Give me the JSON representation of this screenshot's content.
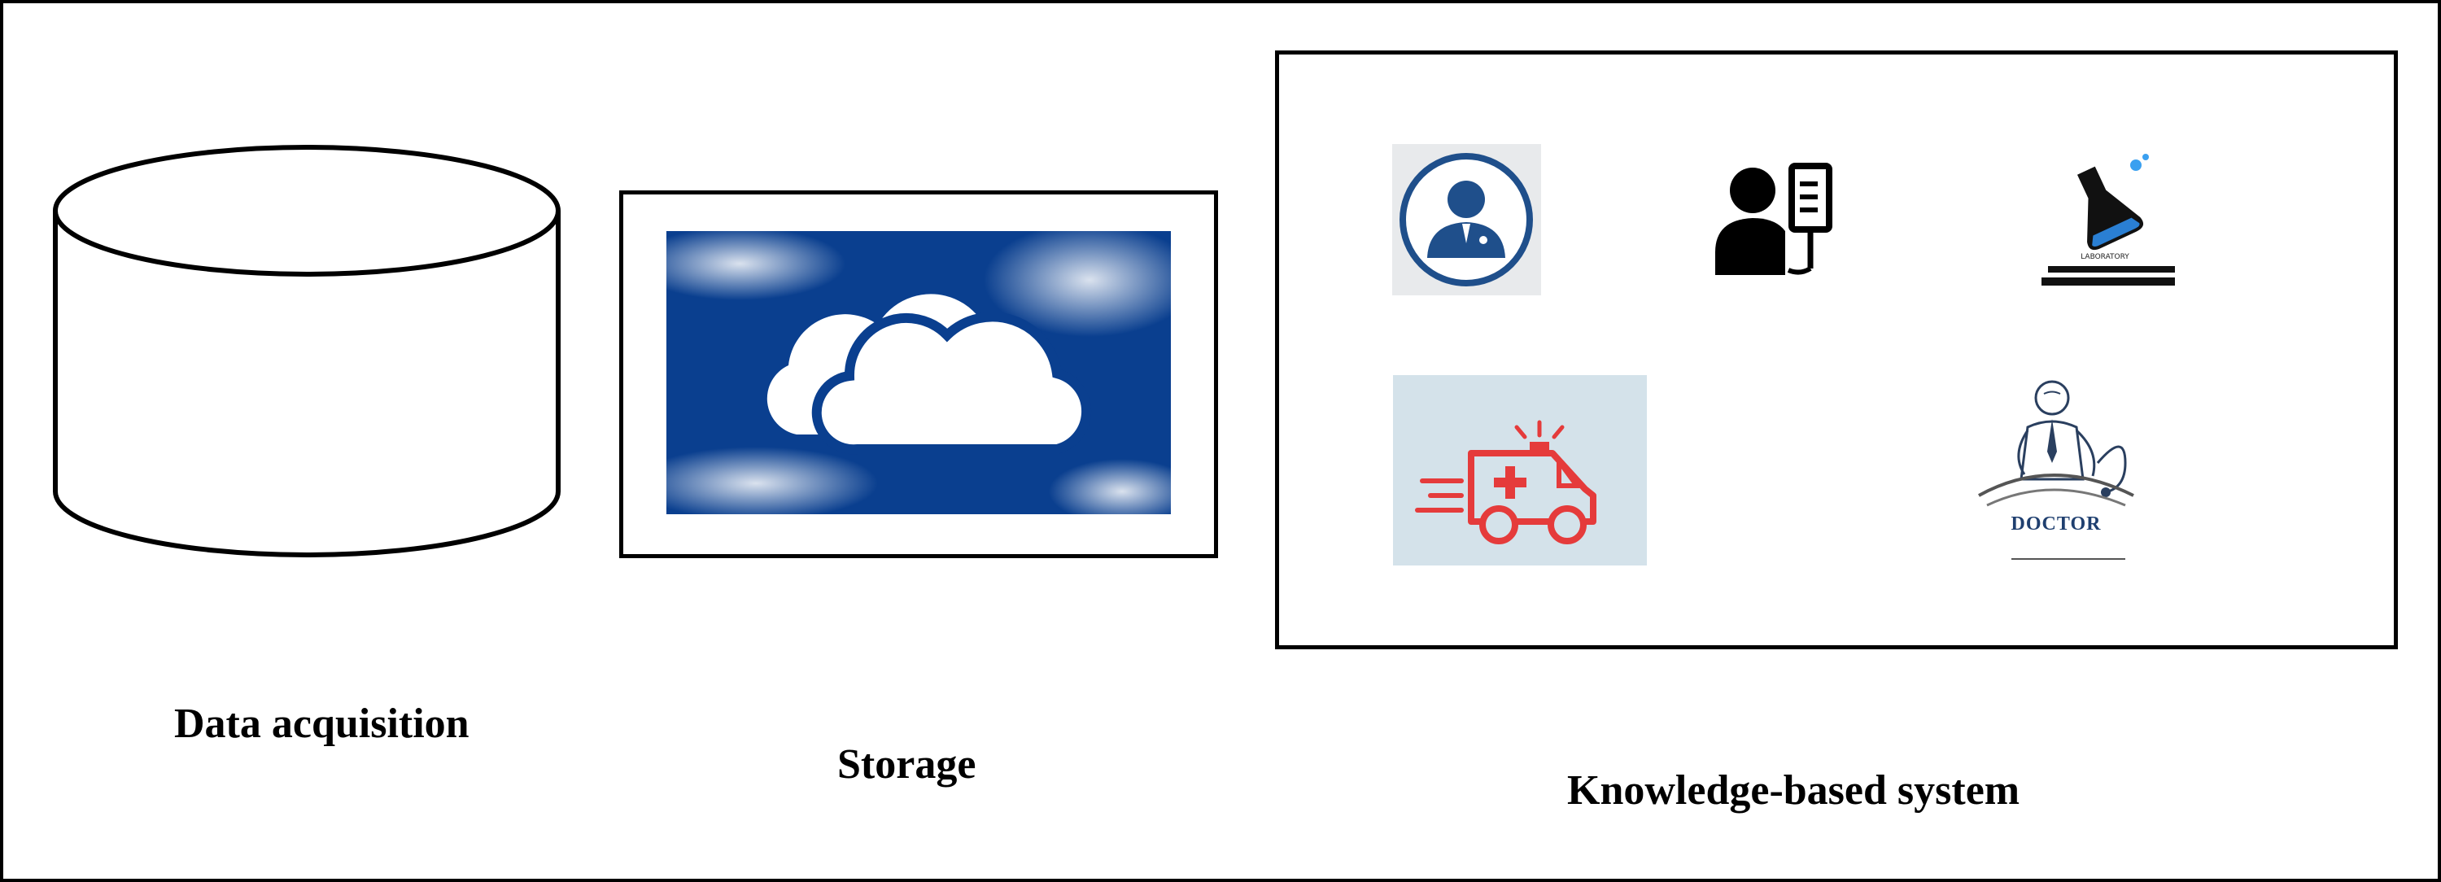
{
  "labels": {
    "data_acquisition": "Data acquisition",
    "storage": "Storage",
    "knowledge_based_system": "Knowledge-based system"
  },
  "icons": {
    "database": "database-cylinder-icon",
    "cloud": "cloud-storage-icon",
    "doctor_avatar": "doctor-avatar-icon",
    "patient_drip": "patient-drip-icon",
    "laboratory": "laboratory-flask-icon",
    "ambulance": "ambulance-icon",
    "doctor_logo": "doctor-logo-icon"
  },
  "badges": {
    "laboratory_text": "LABORATORY",
    "doctor_text": "DOCTOR"
  },
  "colors": {
    "cloud_bg": "#0a3f8f",
    "ambulance_red": "#e53b3b",
    "ambulance_bg": "#d4e2ea",
    "avatar_blue": "#1f4f8b"
  }
}
